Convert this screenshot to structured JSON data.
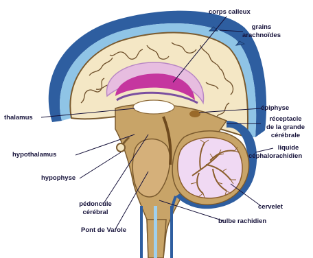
{
  "labels": {
    "corps_calleux": "corps calleux",
    "grains_arachnoides_1": "grains",
    "grains_arachnoides_2": "arachnoïdes",
    "thalamus": "thalamus",
    "epiphyse": "épiphyse",
    "receptacle_1": "réceptacle",
    "receptacle_2": "de la grande",
    "receptacle_3": "cérébrale",
    "liquide_1": "liquide",
    "liquide_2": "céphalorachidien",
    "hypothalamus": "hypothalamus",
    "hypophyse": "hypophyse",
    "pedoncule_1": "pédoncule",
    "pedoncule_2": "cérébral",
    "cervelet": "cervelet",
    "bulbe": "bulbe rachidien",
    "pont": "Pont de Varole"
  },
  "colors": {
    "meninges_blue": "#2e5ea0",
    "light_blue": "#8fc4e6",
    "cortex_cream": "#f4e7c5",
    "brown": "#9a6a2a",
    "tan": "#c8a468",
    "pink": "#e7bde0",
    "magenta": "#c5369f",
    "purple": "#7a4fa0",
    "label": "#16123a"
  }
}
